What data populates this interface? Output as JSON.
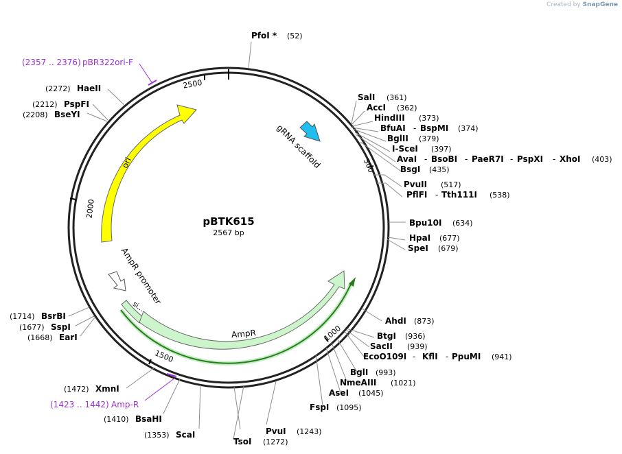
{
  "credit": {
    "prefix": "Created by",
    "brand": "SnapGene"
  },
  "plasmid": {
    "name": "pBTK615",
    "size": "2567 bp"
  },
  "features": {
    "ori": "ori",
    "ampr": "AmpR",
    "ampr_promoter": "AmpR promoter",
    "signal": "si...",
    "grna": "gRNA scaffold"
  },
  "ticks": {
    "t500": "500",
    "t1000": "1000",
    "t1500": "1500",
    "t2000": "2000",
    "t2500": "2500"
  },
  "sites": {
    "PfoI": {
      "name": "PfoI *",
      "pos": "(52)"
    },
    "SalI": {
      "name": "SalI",
      "pos": "(361)"
    },
    "AccI": {
      "name": "AccI",
      "pos": "(362)"
    },
    "HindIII": {
      "name": "HindIII",
      "pos": "(373)"
    },
    "BfuAI": {
      "name": "BfuAI",
      "name2": "BspMI",
      "pos": "(374)"
    },
    "BglII": {
      "name": "BglII",
      "pos": "(379)"
    },
    "ISceI": {
      "name": "I-SceI",
      "pos": "(397)"
    },
    "AvaI": {
      "name": "AvaI",
      "name2": "BsoBI",
      "name3": "PaeR7I",
      "name4": "PspXI",
      "name5": "XhoI",
      "pos": "(403)"
    },
    "BsgI": {
      "name": "BsgI",
      "pos": "(435)"
    },
    "PvuII": {
      "name": "PvuII",
      "pos": "(517)"
    },
    "PflFI": {
      "name": "PflFI",
      "name2": "Tth111I",
      "pos": "(538)"
    },
    "Bpu10I": {
      "name": "Bpu10I",
      "pos": "(634)"
    },
    "HpaI": {
      "name": "HpaI",
      "pos": "(677)"
    },
    "SpeI": {
      "name": "SpeI",
      "pos": "(679)"
    },
    "AhdI": {
      "name": "AhdI",
      "pos": "(873)"
    },
    "BtgI": {
      "name": "BtgI",
      "pos": "(936)"
    },
    "SacII": {
      "name": "SacII",
      "pos": "(939)"
    },
    "EcoO109I": {
      "name": "EcoO109I",
      "name2": "KflI",
      "name3": "PpuMI",
      "pos": "(941)"
    },
    "BglI": {
      "name": "BglI",
      "pos": "(993)"
    },
    "NmeAIII": {
      "name": "NmeAIII",
      "pos": "(1021)"
    },
    "AseI": {
      "name": "AseI",
      "pos": "(1045)"
    },
    "FspI": {
      "name": "FspI",
      "pos": "(1095)"
    },
    "PvuI": {
      "name": "PvuI",
      "pos": "(1243)"
    },
    "TsoI": {
      "name": "TsoI",
      "pos": "(1272)"
    },
    "ScaI": {
      "name": "ScaI",
      "pos": "(1353)"
    },
    "BsaHI": {
      "name": "BsaHI",
      "pos": "(1410)"
    },
    "XmnI": {
      "name": "XmnI",
      "pos": "(1472)"
    },
    "EarI": {
      "name": "EarI",
      "pos": "(1668)"
    },
    "SspI": {
      "name": "SspI",
      "pos": "(1677)"
    },
    "BsrBI": {
      "name": "BsrBI",
      "pos": "(1714)"
    },
    "BseYI": {
      "name": "BseYI",
      "pos": "(2208)"
    },
    "PspFI": {
      "name": "PspFI",
      "pos": "(2212)"
    },
    "HaeII": {
      "name": "HaeII",
      "pos": "(2272)"
    }
  },
  "primers": {
    "ampR": {
      "name": "Amp-R",
      "range": "(1423 .. 1442)"
    },
    "pbr": {
      "name": "pBR322ori-F",
      "range": "(2357 .. 2376)"
    }
  },
  "colors": {
    "ori": "#ffff00",
    "ampr": "#ccf5cc",
    "grna": "#1ebfef",
    "primer": "#9b30d9",
    "orf": "#2d7a1f",
    "backbone": "#222222"
  }
}
